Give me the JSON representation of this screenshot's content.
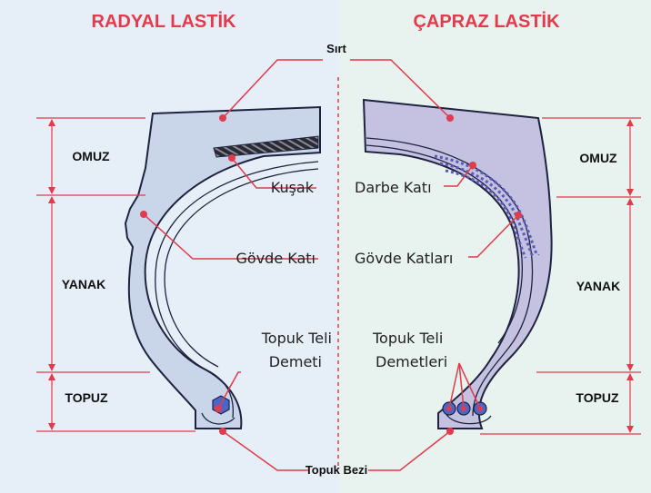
{
  "titles": {
    "left": "RADYAL LASTİK",
    "right": "ÇAPRAZ LASTİK"
  },
  "top_label": "Sırt",
  "bottom_label": "Topuk Bezi",
  "left_labels": {
    "belt": "Kuşak",
    "body_ply": "Gövde Katı",
    "bead_line1": "Topuk Teli",
    "bead_line2": "Demeti"
  },
  "right_labels": {
    "breaker": "Darbe Katı",
    "body_plies": "Gövde Katları",
    "bead_line1": "Topuk Teli",
    "bead_line2": "Demetleri"
  },
  "zones": {
    "shoulder": "OMUZ",
    "sidewall": "YANAK",
    "bead": "TOPUZ"
  },
  "colors": {
    "accent": "#e23b4b",
    "left_bg": "#e6eef7",
    "right_bg": "#e8f2ef",
    "radial_fill": "#c9d6ea",
    "bias_fill": "#c4c2e0",
    "outline": "#1f2340"
  }
}
